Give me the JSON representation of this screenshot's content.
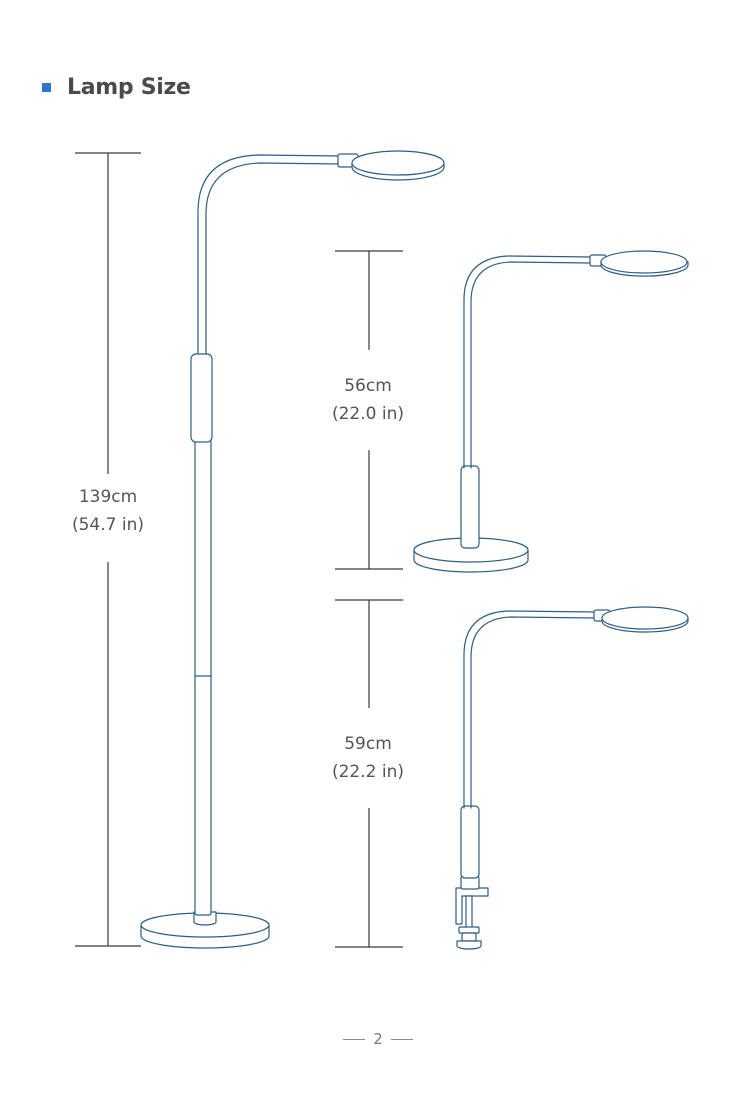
{
  "section": {
    "title": "Lamp Size",
    "accent_color": "#2b78c8",
    "icon": "square-bullet-icon"
  },
  "dimensions": {
    "floor_lamp": {
      "metric": "139cm",
      "imperial": "(54.7 in)"
    },
    "desk_lamp": {
      "metric": "56cm",
      "imperial": "(22.0 in)"
    },
    "clamp_lamp": {
      "metric": "59cm",
      "imperial": "(22.2 in)"
    }
  },
  "illustrations": [
    {
      "name": "floor-lamp-drawing",
      "icon": "floor-lamp-icon"
    },
    {
      "name": "desk-lamp-drawing",
      "icon": "desk-lamp-icon"
    },
    {
      "name": "clamp-lamp-drawing",
      "icon": "clamp-lamp-icon"
    }
  ],
  "footer": {
    "page_number": "2"
  }
}
